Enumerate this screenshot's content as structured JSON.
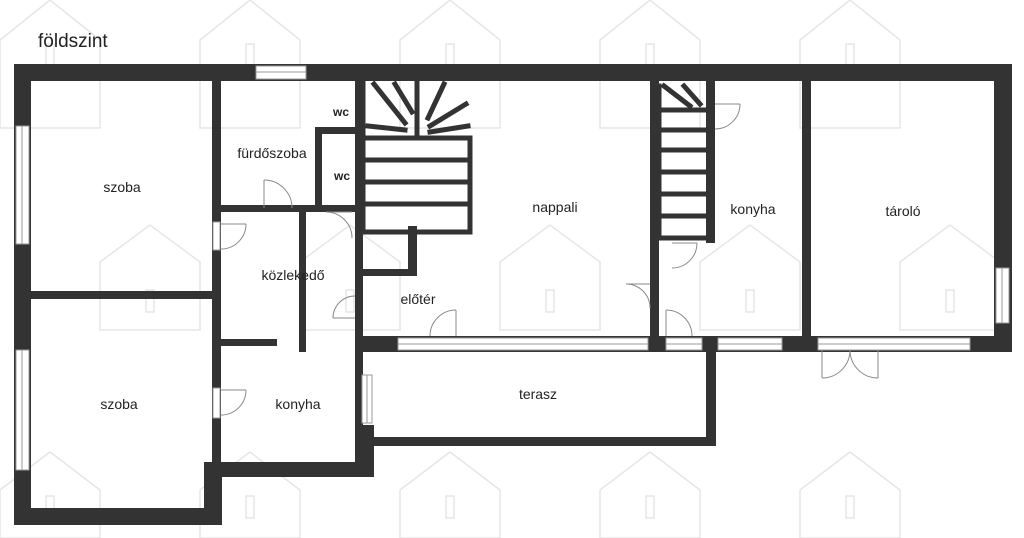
{
  "title": "földszint",
  "rooms": {
    "szoba_top": "szoba",
    "szoba_bottom": "szoba",
    "furdoszoba": "fürdőszoba",
    "wc1": "wc",
    "wc2": "wc",
    "kozlekedo": "közlekedő",
    "eloter": "előtér",
    "nappali": "nappali",
    "konyha_right": "konyha",
    "konyha_left": "konyha",
    "tarolo": "tároló",
    "terasz": "terasz"
  },
  "colors": {
    "wall": "#333333",
    "window": "#9a9a9a",
    "watermark": "#e6e6e6"
  }
}
